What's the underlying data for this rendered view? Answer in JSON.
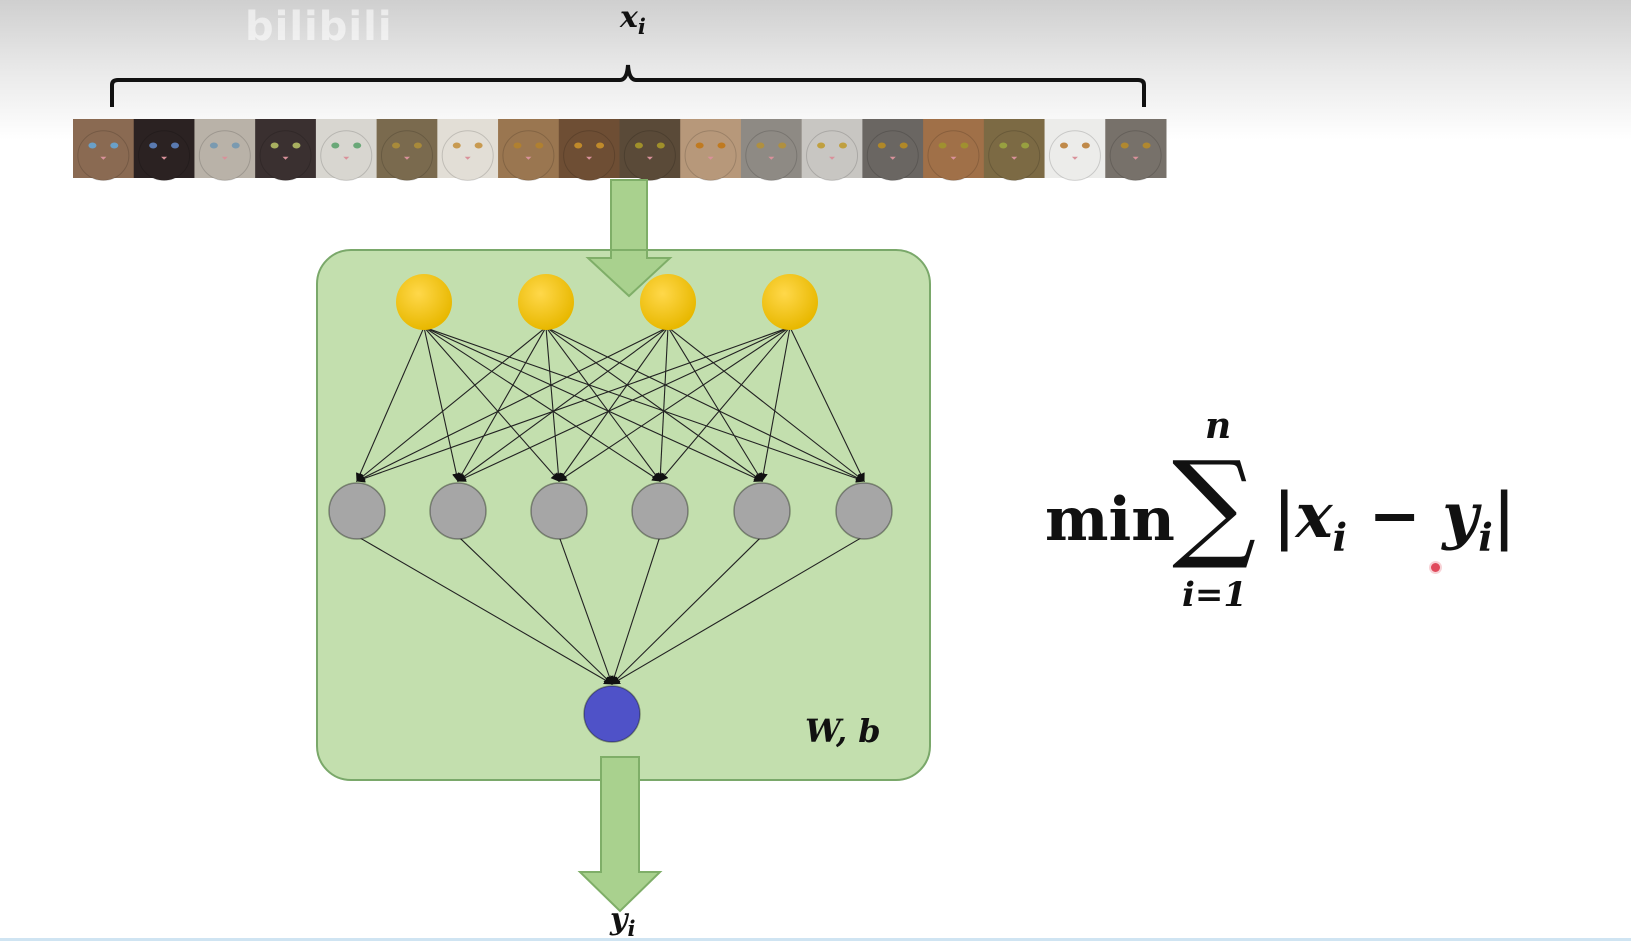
{
  "watermark": "bilibili",
  "labels": {
    "input_base": "x",
    "input_sub": "i",
    "output_base": "y",
    "output_sub": "i",
    "params": "W, b"
  },
  "formula": {
    "min": "min",
    "sum_symbol": "∑",
    "upper": "n",
    "lower": "i=1",
    "bar_open": "|",
    "x_base": "x",
    "x_sub": "i",
    "minus": " − ",
    "y_base": "y",
    "y_sub": "i",
    "bar_close": "|"
  },
  "network": {
    "input_layer_nodes": 4,
    "hidden_layer_nodes": 6,
    "output_layer_nodes": 1
  },
  "image_strip": {
    "cat_faces": 18
  },
  "colors": {
    "box_fill": "#c3dfae",
    "box_stroke": "#7aa86a",
    "arrow_fill": "#a9d18e",
    "arrow_stroke": "#7fae68",
    "input_node": "#f2c51a",
    "hidden_node": "#a6a6a6",
    "output_node": "#4f52c8",
    "edge": "#222222"
  }
}
